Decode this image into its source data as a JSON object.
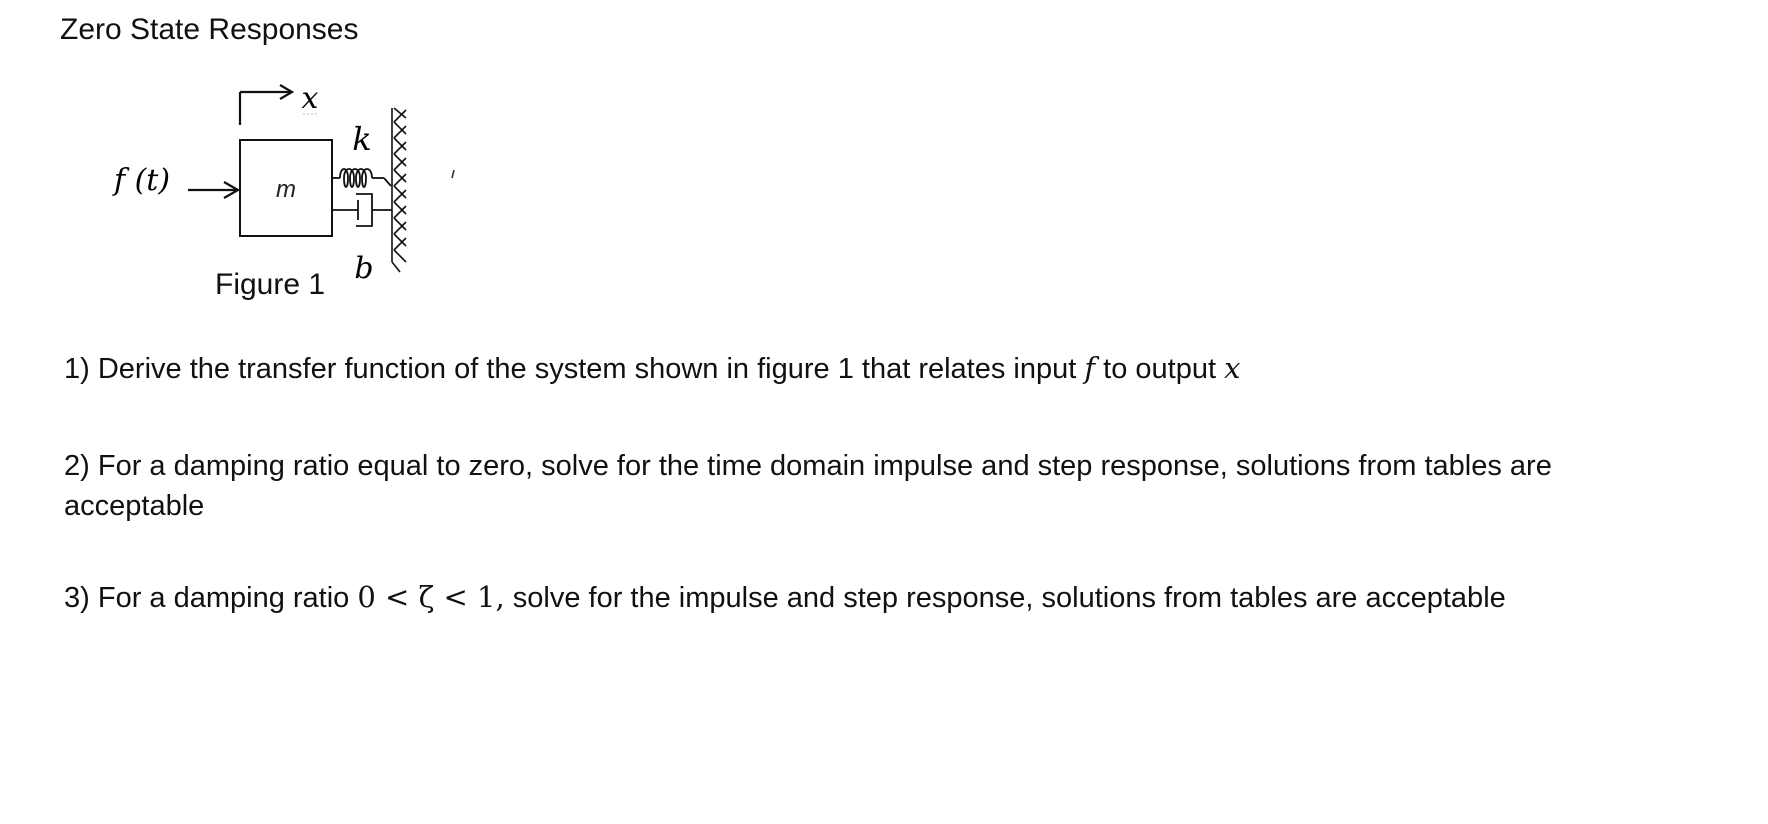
{
  "title": "Zero State Responses",
  "figure": {
    "caption": "Figure 1",
    "force_label": "f (t)",
    "mass_label": "m",
    "displacement_label": "x",
    "spring_label": "k",
    "damper_label": "b"
  },
  "questions": [
    {
      "number": "1)",
      "text_before": "Derive the transfer function of the system shown in figure 1 that relates input",
      "input_symbol": "f",
      "text_middle": "to output",
      "output_symbol": "x"
    },
    {
      "number": "2)",
      "text": "For a damping ratio equal to zero, solve for the time domain impulse and step response, solutions from tables are acceptable"
    },
    {
      "number": "3)",
      "text_before": "For a damping ratio",
      "condition": "0 < ζ < 1,",
      "text_after": "solve for the impulse and step response, solutions from tables are acceptable"
    }
  ]
}
